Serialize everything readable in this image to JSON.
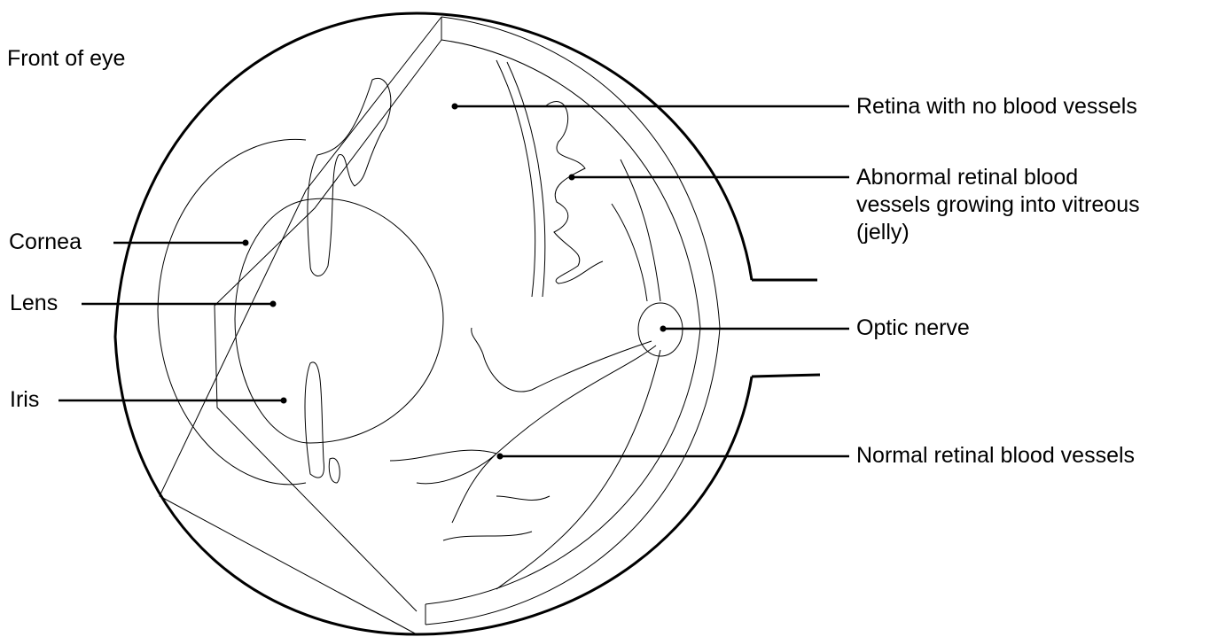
{
  "diagram": {
    "title": "Front of eye",
    "labels": {
      "retina_no_vessels": "Retina with no blood vessels",
      "abnormal_vessels": "Abnormal retinal blood vessels growing into vitreous (jelly)",
      "optic_nerve": "Optic nerve",
      "normal_vessels": "Normal retinal blood vessels",
      "cornea": "Cornea",
      "lens": "Lens",
      "iris": "Iris"
    }
  }
}
